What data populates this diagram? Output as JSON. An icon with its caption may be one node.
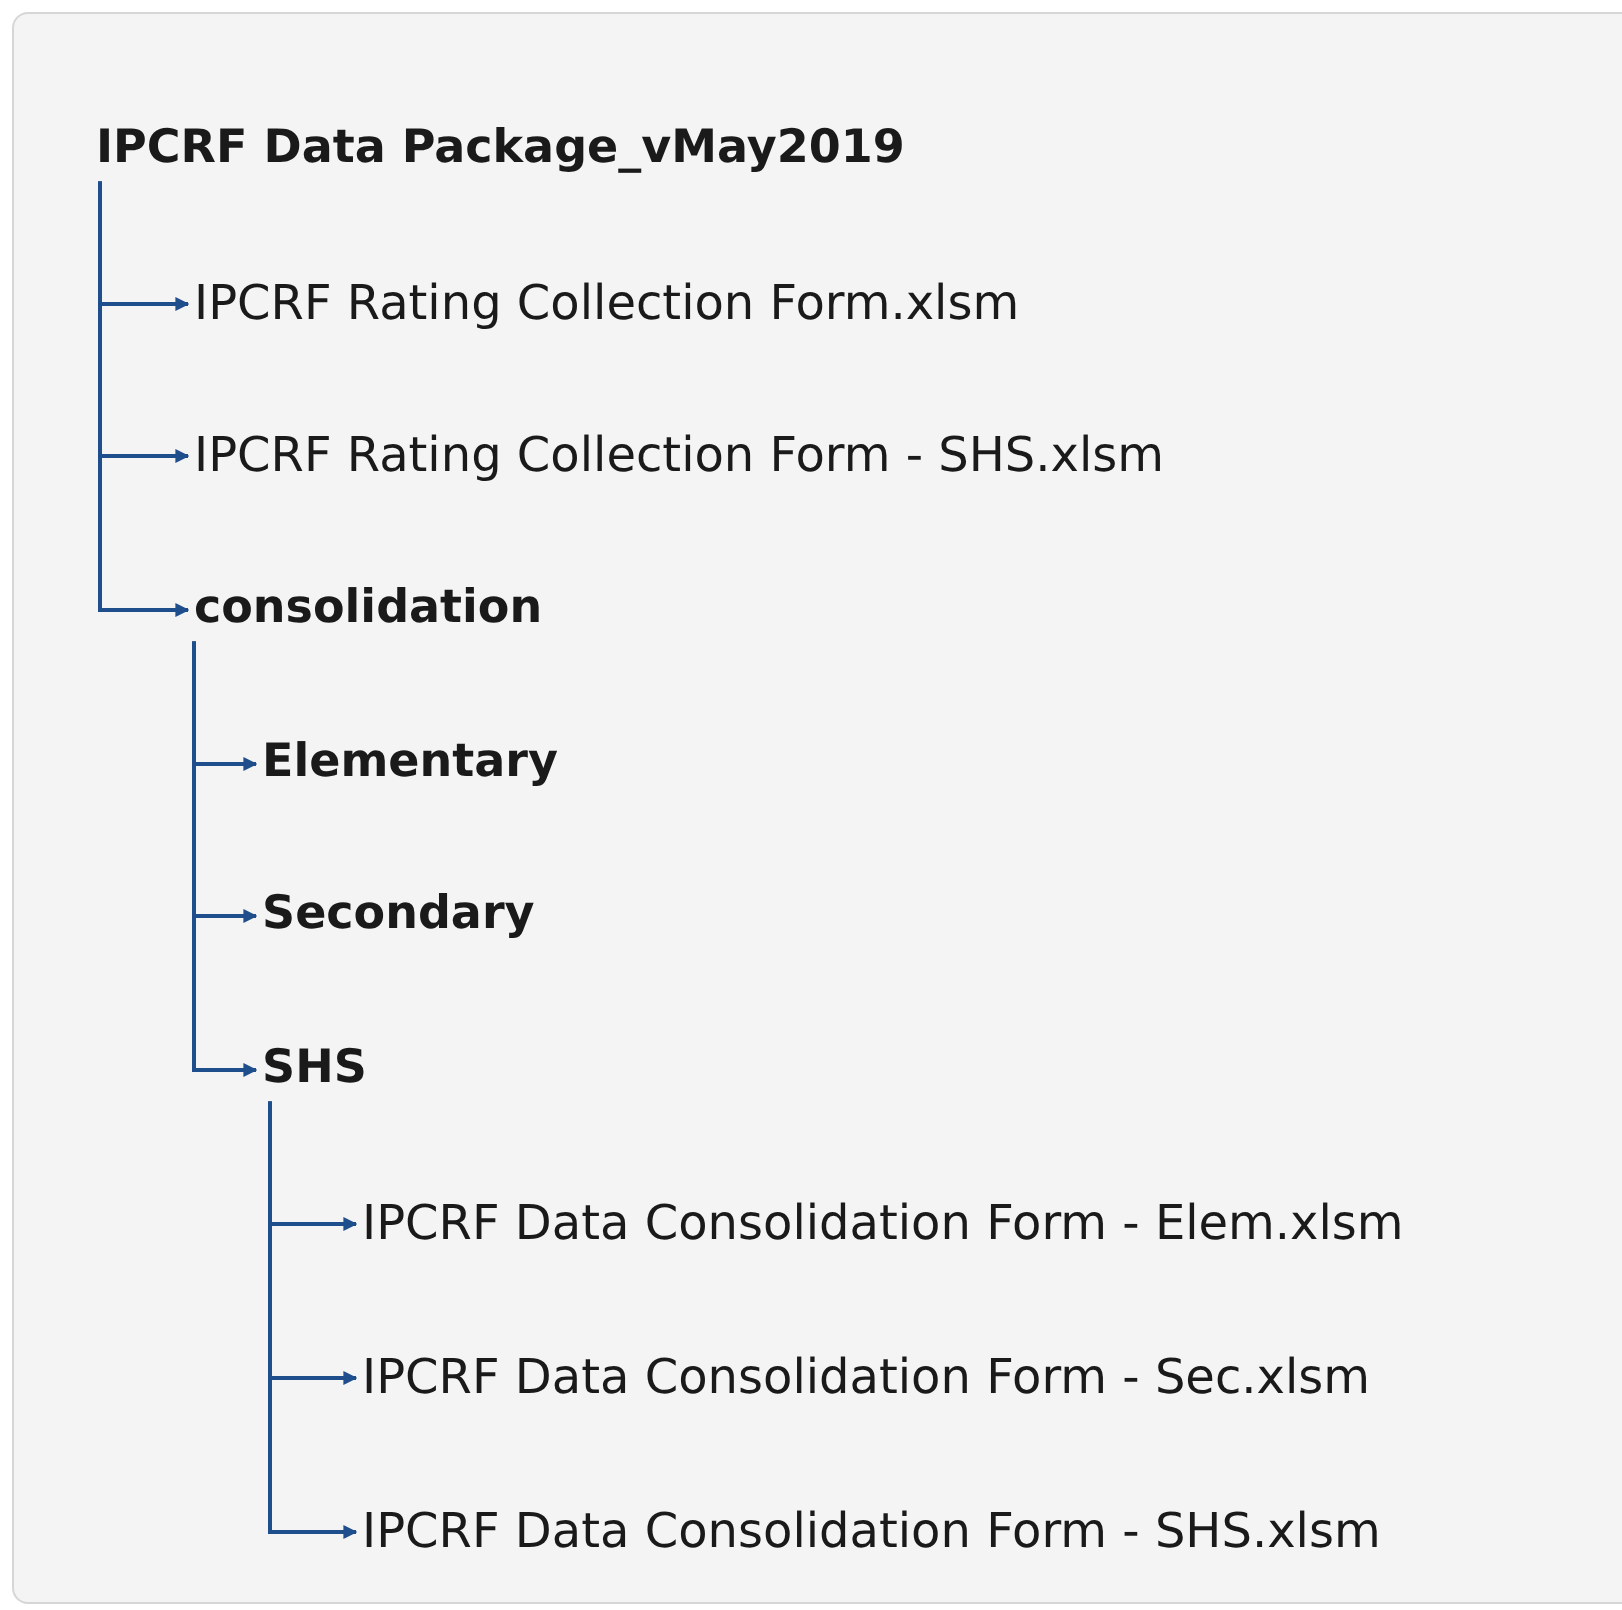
{
  "diagram": {
    "nodes": [
      {
        "text": [
          "IPCRF Data Package_vMay2019"
        ]
      },
      {
        "text": [
          "IPCRF Rating Collection Form.xlsm"
        ]
      },
      {
        "text": [
          "IPCRF Rating Collection Form - SHS.xlsm"
        ]
      },
      {
        "text": [
          "consolidation"
        ]
      },
      {
        "text": [
          "Elementary"
        ]
      },
      {
        "text": [
          "Secondary"
        ]
      },
      {
        "text": [
          "SHS"
        ]
      },
      {
        "text": [
          "IPCRF Data Consolidation Form - Elem.xlsm"
        ]
      },
      {
        "text": [
          "IPCRF Data Consolidation Form - Sec.xlsm"
        ]
      },
      {
        "text": [
          "IPCRF Data Consolidation Form - SHS.xlsm"
        ]
      }
    ],
    "edges": [
      {
        "from": 0,
        "to": 1,
        "arrow": "to"
      },
      {
        "from": 0,
        "to": 2,
        "arrow": "to"
      },
      {
        "from": 0,
        "to": 3,
        "arrow": "to"
      },
      {
        "from": 3,
        "to": 4,
        "arrow": "to"
      },
      {
        "from": 3,
        "to": 5,
        "arrow": "to"
      },
      {
        "from": 3,
        "to": 6,
        "arrow": "to"
      },
      {
        "from": 6,
        "to": 7,
        "arrow": "to"
      },
      {
        "from": 6,
        "to": 8,
        "arrow": "to"
      },
      {
        "from": 6,
        "to": 9,
        "arrow": "to"
      }
    ]
  }
}
